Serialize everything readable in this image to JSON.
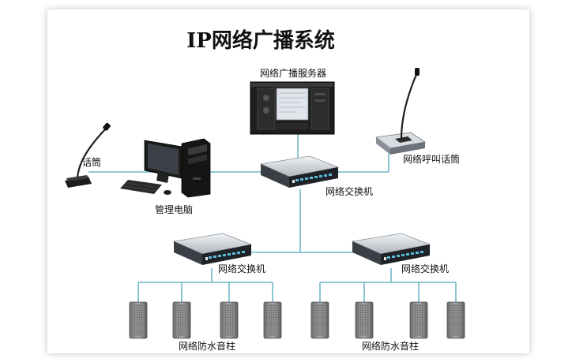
{
  "title": "IP网络广播系统",
  "colors": {
    "link": "#6fb7c9",
    "device_dark": "#2a2a2a",
    "device_silver": "#c9ced3",
    "speaker": "#8f8f8f"
  },
  "nodes": {
    "server": {
      "label": "网络广播服务器",
      "icon": "rack-server-icon"
    },
    "mic": {
      "label": "话筒",
      "icon": "microphone-icon"
    },
    "pc": {
      "label": "管理电脑",
      "icon": "desktop-computer-icon"
    },
    "paging": {
      "label": "网络呼叫话筒",
      "icon": "paging-station-icon"
    },
    "switch_main": {
      "label": "网络交换机",
      "icon": "network-switch-icon"
    },
    "switch_left": {
      "label": "网络交换机",
      "icon": "network-switch-icon"
    },
    "switch_right": {
      "label": "网络交换机",
      "icon": "network-switch-icon"
    },
    "speakers_left": {
      "label": "网络防水音柱",
      "icon": "column-speaker-icon"
    },
    "speakers_right": {
      "label": "网络防水音柱",
      "icon": "column-speaker-icon"
    }
  }
}
